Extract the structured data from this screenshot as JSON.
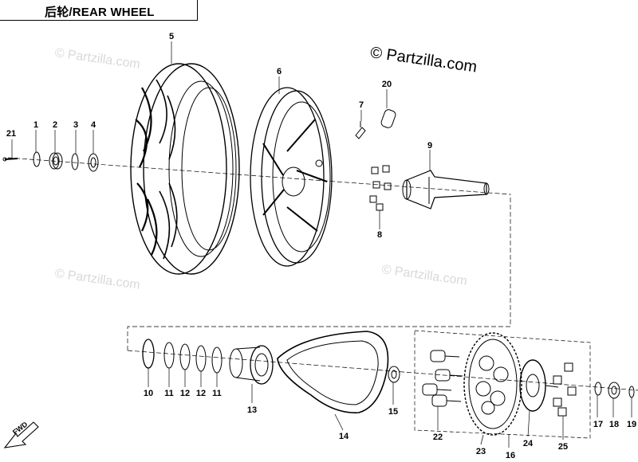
{
  "header": {
    "title": "后轮/REAR WHEEL"
  },
  "watermark": {
    "main": "© Partzilla.com",
    "faint": "© Partzilla.com"
  },
  "fwd_label": "FWD",
  "callouts": [
    "1",
    "2",
    "3",
    "4",
    "5",
    "6",
    "7",
    "8",
    "9",
    "10",
    "11",
    "12",
    "12",
    "11",
    "13",
    "14",
    "15",
    "16",
    "17",
    "18",
    "19",
    "20",
    "21",
    "22",
    "23",
    "24",
    "25"
  ]
}
